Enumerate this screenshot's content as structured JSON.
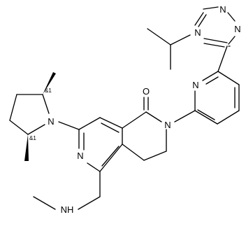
{
  "colors": {
    "bond": "#000000",
    "text": "#000000",
    "background": "#ffffff"
  },
  "atoms": {
    "o_carbonyl": "O",
    "n_lactam": "N",
    "n_pyridine_core": "N",
    "n_pyrrolidine": "N",
    "nh_amine": "NH",
    "n_pyridine_sub": "N",
    "n_triazole_4": "N",
    "n_triazole_1": "N",
    "n_triazole_2": "N"
  },
  "stereo_labels": {
    "upper_center": "&1",
    "lower_center": "&1"
  }
}
